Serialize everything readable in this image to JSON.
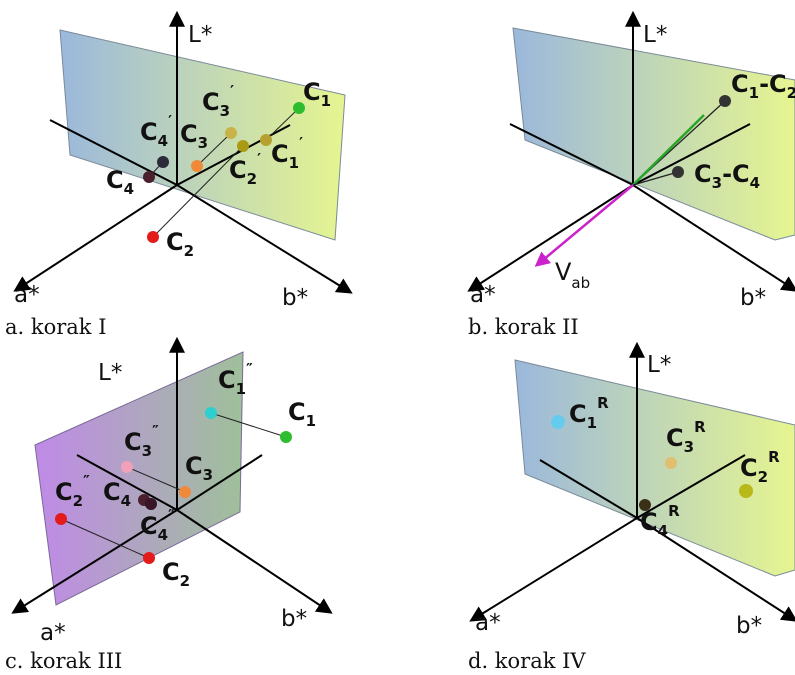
{
  "panels": {
    "a": {
      "caption": "a. korak I",
      "axis_L": "L*",
      "axis_a": "a*",
      "axis_b": "b*",
      "labels": {
        "c1": "C",
        "c1_sub": "1",
        "c2": "C",
        "c2_sub": "2",
        "c3": "C",
        "c3_sub": "3",
        "c4": "C",
        "c4_sub": "4",
        "c1p": "C",
        "c1p_sub": "1",
        "c1p_sup": "′",
        "c2p": "C",
        "c2p_sub": "2",
        "c2p_sup": "′",
        "c3p": "C",
        "c3p_sub": "3",
        "c3p_sup": "′",
        "c4p": "C",
        "c4p_sub": "4",
        "c4p_sup": "′"
      }
    },
    "b": {
      "caption": "b. korak II",
      "axis_L": "L*",
      "axis_a": "a*",
      "axis_b": "b*",
      "labels": {
        "c12": "C",
        "c12_sub1": "1",
        "c12_dash": "-C",
        "c12_sub2": "2",
        "c34": "C",
        "c34_sub1": "3",
        "c34_dash": "-C",
        "c34_sub2": "4",
        "vab": "V",
        "vab_sub": "ab"
      }
    },
    "c": {
      "caption": "c. korak III",
      "axis_L": "L*",
      "axis_a": "a*",
      "axis_b": "b*",
      "labels": {
        "c1": "C",
        "c1_sub": "1",
        "c2": "C",
        "c2_sub": "2",
        "c3": "C",
        "c3_sub": "3",
        "c4": "C",
        "c4_sub": "4",
        "c1pp": "C",
        "c1pp_sub": "1",
        "c1pp_sup": "″",
        "c2pp": "C",
        "c2pp_sub": "2",
        "c2pp_sup": "″",
        "c3pp": "C",
        "c3pp_sub": "3",
        "c3pp_sup": "″",
        "c4pp": "C",
        "c4pp_sub": "4",
        "c4pp_sup": "″"
      }
    },
    "d": {
      "caption": "d. korak IV",
      "axis_L": "L*",
      "axis_a": "a*",
      "axis_b": "b*",
      "labels": {
        "c1r": "C",
        "c1r_sub": "1",
        "c1r_sup": "R",
        "c2r": "C",
        "c2r_sub": "2",
        "c2r_sup": "R",
        "c3r": "C",
        "c3r_sub": "3",
        "c3r_sup": "R",
        "c4r": "C",
        "c4r_sub": "4",
        "c4r_sup": "R"
      }
    }
  },
  "colors": {
    "c1": "#2ebd2e",
    "c2": "#e31b1b",
    "c3": "#f08a3a",
    "c4": "#4a1f2e",
    "c1_prime": "#b5a030",
    "c2_prime": "#a89a12",
    "c3_prime": "#c9b24a",
    "c4_prime": "#2b2b3a",
    "vector": "#cc22cc",
    "green_line": "#2aa52a",
    "c1_dbl": "#2ecfcf",
    "c3_dbl": "#f0a0b8",
    "c1_r": "#66ccee",
    "c2_r": "#b8b818",
    "c3_r": "#e0c070",
    "c4_r": "#3a3018"
  }
}
